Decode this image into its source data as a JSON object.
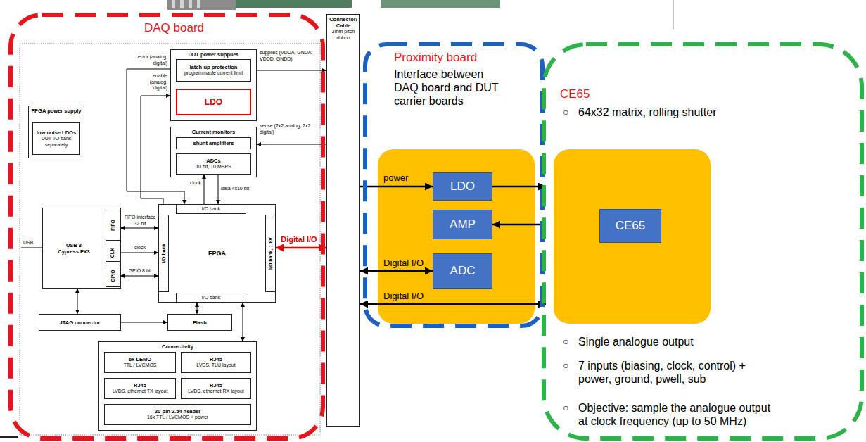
{
  "diagram": {
    "nodes": [
      {
        "text": [
          "DAQ board"
        ]
      },
      {
        "text": [
          "DUT power supplies"
        ],
        "in": 0
      },
      {
        "text": [
          "latch-up protection",
          "programmable current limit"
        ],
        "in": 1
      },
      {
        "text": [
          "LDO"
        ],
        "in": 1
      },
      {
        "text": [
          "FPGA power supply"
        ],
        "in": 0
      },
      {
        "text": [
          "low noise LDOs",
          "DUT I/O bank separately"
        ],
        "in": 4
      },
      {
        "text": [
          "Current monitors"
        ],
        "in": 0
      },
      {
        "text": [
          "shunt amplifiers"
        ],
        "in": 6
      },
      {
        "text": [
          "ADCs",
          "10 bit, 10 MSPS"
        ],
        "in": 6
      },
      {
        "text": [
          "USB 3",
          "Cypress FX3"
        ],
        "in": 0
      },
      {
        "text": [
          "FIFO"
        ],
        "in": 9
      },
      {
        "text": [
          "CLK"
        ],
        "in": 9
      },
      {
        "text": [
          "GPIO"
        ],
        "in": 9
      },
      {
        "text": [
          "FPGA"
        ],
        "in": 0
      },
      {
        "text": [
          "I/O bank"
        ],
        "in": 13
      },
      {
        "text": [
          "I/O bank"
        ],
        "in": 13
      },
      {
        "text": [
          "I/O bank, 1.8V"
        ],
        "in": 13
      },
      {
        "text": [
          "I/O bank"
        ],
        "in": 13
      },
      {
        "text": [
          "JTAG connector"
        ],
        "in": 0
      },
      {
        "text": [
          "Flash"
        ],
        "in": 0
      },
      {
        "text": [
          "Connectivity"
        ],
        "in": 0
      },
      {
        "text": [
          "6x LEMO",
          "TTL / LVCMOS"
        ],
        "in": 20
      },
      {
        "text": [
          "RJ45",
          "LVDS, TLU layout"
        ],
        "in": 20
      },
      {
        "text": [
          "RJ45",
          "LVDS, ethernet TX layout"
        ],
        "in": 20
      },
      {
        "text": [
          "RJ45",
          "LVDS, ethernet RX layout"
        ],
        "in": 20
      },
      {
        "text": [
          "20-pin 2.54 header",
          "16x TTL / LVCMOS + power"
        ],
        "in": 20
      },
      {
        "text": [
          "Connector/ Cable",
          "2mm pitch ribbon"
        ]
      },
      {
        "text": [
          "Proximity board",
          "Interface between DAQ board and DUT carrier boards"
        ]
      },
      {
        "text": [
          "LDO"
        ],
        "in": 27
      },
      {
        "text": [
          "AMP"
        ],
        "in": 27
      },
      {
        "text": [
          "ADC"
        ],
        "in": 27
      },
      {
        "text": [
          "CE65",
          "64x32 matrix, rolling shutter",
          "Single analogue output",
          "7 inputs (biasing, clock, control) + power, ground, pwell, sub",
          "Objective: sample the analogue output at clock frequency (up to 50 MHz)"
        ]
      },
      {
        "text": [
          "CE65"
        ],
        "in": 31
      }
    ],
    "edges": [
      {
        "from": 1,
        "to": 14,
        "arrow": "to",
        "label": "error (analog, digital)"
      },
      {
        "from": 13,
        "to": 1,
        "arrow": "to",
        "label": "enable (analog, digital)"
      },
      {
        "from": 1,
        "to": 26,
        "arrow": "to",
        "label": "supplies (VDDA, GNDA; VDDD, GNDD)"
      },
      {
        "from": 26,
        "to": 6,
        "arrow": "to",
        "label": "sense (2x2 analog, 2x2 digital)"
      },
      {
        "from": 14,
        "to": 8,
        "arrow": "to",
        "label": "clock"
      },
      {
        "from": 8,
        "to": 14,
        "arrow": "to",
        "label": "data 4x10 bit"
      },
      {
        "from": 10,
        "to": 15,
        "arrow": "both",
        "label": "FIFO interface 32 bit"
      },
      {
        "from": 11,
        "to": 15,
        "arrow": "to",
        "label": "clock"
      },
      {
        "from": 12,
        "to": 15,
        "arrow": "both",
        "label": "GPIO 8 bit"
      },
      {
        "from": 9,
        "to": 18,
        "arrow": "both"
      },
      {
        "from": 18,
        "to": 19,
        "arrow": "to"
      },
      {
        "from": 17,
        "to": 19,
        "arrow": "both"
      },
      {
        "from": 17,
        "to": 20,
        "arrow": "both"
      },
      {
        "from": 16,
        "to": 26,
        "arrow": "both",
        "label": "Digital I/O"
      },
      {
        "from": 26,
        "to": 28,
        "arrow": "to",
        "label": "power"
      },
      {
        "from": 28,
        "to": 31,
        "arrow": "to"
      },
      {
        "from": 31,
        "to": 29,
        "arrow": "to"
      },
      {
        "from": 26,
        "to": 30,
        "arrow": "both",
        "label": "Digital I/O"
      },
      {
        "from": 26,
        "to": 31,
        "arrow": "both",
        "label": "Digital I/O"
      }
    ],
    "labels": [
      "USB",
      "○",
      "○",
      "○",
      "○"
    ]
  }
}
